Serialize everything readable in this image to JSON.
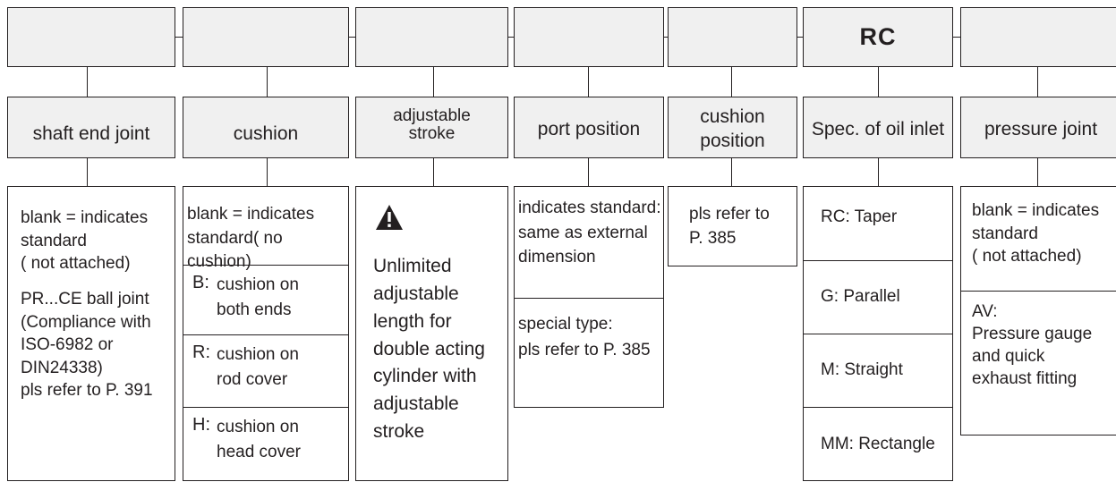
{
  "columns": [
    {
      "code": "",
      "label": "shaft end joint",
      "desc": {
        "l1": "blank = indicates",
        "l2": "standard",
        "l3": "( not attached)",
        "l4": "PR...CE ball joint",
        "l5": "(Compliance with",
        "l6": "ISO-6982 or",
        "l7": "DIN24338)",
        "l8": "pls refer to P. 391"
      }
    },
    {
      "code": "",
      "label": "cushion",
      "desc": {
        "l1": "blank = indicates",
        "l2": "standard( no cushion)",
        "options": [
          {
            "key": "B:",
            "l1": "cushion on",
            "l2": "both ends"
          },
          {
            "key": "R:",
            "l1": "cushion on",
            "l2": "rod cover"
          },
          {
            "key": "H:",
            "l1": "cushion on",
            "l2": "head cover"
          }
        ]
      }
    },
    {
      "code": "",
      "label_l1": "adjustable",
      "label_l2": "stroke",
      "warning_icon": "warning-triangle-icon",
      "desc": {
        "l1": "Unlimited",
        "l2": "adjustable",
        "l3": "length for",
        "l4": "double acting",
        "l5": "cylinder with",
        "l6": "adjustable",
        "l7": "stroke"
      }
    },
    {
      "code": "",
      "label": "port position",
      "desc": {
        "l1": "indicates standard:",
        "l2": "same as external",
        "l3": "dimension",
        "l4": "special type:",
        "l5": "pls refer to P. 385"
      }
    },
    {
      "code": "",
      "label_l1": "cushion",
      "label_l2": "position",
      "desc": {
        "l1": "pls refer to",
        "l2": "P. 385"
      }
    },
    {
      "code": "RC",
      "label": "Spec. of oil inlet",
      "desc": {
        "o1": "RC: Taper",
        "o2": "G: Parallel",
        "o3": "M: Straight",
        "o4": "MM: Rectangle"
      }
    },
    {
      "code": "",
      "label": "pressure joint",
      "desc": {
        "l1": "blank = indicates",
        "l2": "standard",
        "l3": "( not attached)",
        "key": "AV:",
        "l4": "Pressure gauge",
        "l5": "and quick",
        "l6": "exhaust fitting"
      }
    }
  ],
  "colors": {
    "line": "#231f20",
    "box_fill": "#f0f0f0"
  }
}
